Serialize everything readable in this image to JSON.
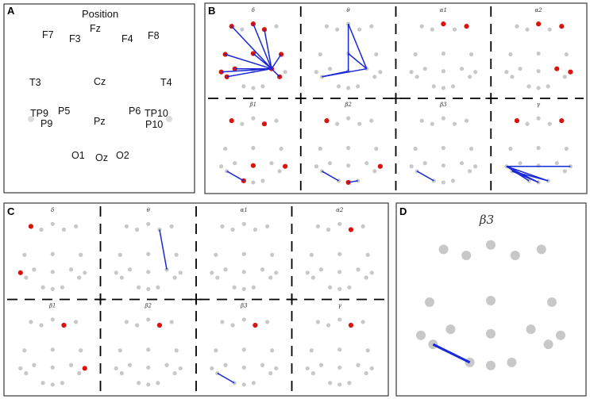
{
  "panel_letters": {
    "a": "A",
    "b": "B",
    "c": "C",
    "d": "D"
  },
  "panel_a": {
    "title": "Position",
    "electrodes": [
      "Fz",
      "F7",
      "F3",
      "F4",
      "F8",
      "T3",
      "Cz",
      "T4",
      "TP9",
      "P5",
      "Pz",
      "P6",
      "TP10",
      "P9",
      "P10",
      "O1",
      "Oz",
      "O2"
    ]
  },
  "bands": [
    "δ",
    "θ",
    "α1",
    "α2",
    "β1",
    "β2",
    "β3",
    "γ"
  ],
  "panel_b": {
    "cells": [
      {
        "band": "δ",
        "red": [
          0,
          1,
          3,
          5,
          6,
          7,
          8,
          9,
          11,
          13,
          14
        ],
        "links": [
          [
            0,
            11
          ],
          [
            1,
            11
          ],
          [
            3,
            11
          ],
          [
            5,
            11
          ],
          [
            6,
            11
          ],
          [
            7,
            11
          ],
          [
            8,
            11
          ],
          [
            9,
            11
          ],
          [
            13,
            11
          ],
          [
            14,
            11
          ]
        ]
      },
      {
        "band": "θ",
        "red": [],
        "links": [
          [
            0,
            11
          ],
          [
            0,
            10
          ],
          [
            6,
            11
          ],
          [
            13,
            11
          ],
          [
            13,
            10
          ]
        ]
      },
      {
        "band": "α1",
        "red": [
          0,
          4
        ],
        "links": []
      },
      {
        "band": "α2",
        "red": [
          0,
          4,
          11,
          12
        ],
        "links": []
      },
      {
        "band": "β1",
        "red": [
          1,
          3,
          10,
          12,
          15
        ],
        "links": [
          [
            15,
            13
          ]
        ]
      },
      {
        "band": "β2",
        "red": [
          1,
          12,
          16
        ],
        "links": [
          [
            16,
            17
          ],
          [
            15,
            13
          ]
        ]
      },
      {
        "band": "β3",
        "red": [],
        "links": [
          [
            15,
            13
          ]
        ]
      },
      {
        "band": "γ",
        "red": [
          1,
          4
        ],
        "links": [
          [
            8,
            12
          ],
          [
            8,
            15
          ],
          [
            8,
            16
          ],
          [
            8,
            17
          ],
          [
            13,
            16
          ],
          [
            13,
            17
          ]
        ]
      }
    ]
  },
  "panel_c": {
    "cells": [
      {
        "band": "δ",
        "red": [
          1,
          8
        ],
        "links": []
      },
      {
        "band": "θ",
        "red": [],
        "links": [
          [
            3,
            11
          ]
        ]
      },
      {
        "band": "α1",
        "red": [],
        "links": []
      },
      {
        "band": "α2",
        "red": [
          3
        ],
        "links": []
      },
      {
        "band": "β1",
        "red": [
          3,
          12
        ],
        "links": []
      },
      {
        "band": "β2",
        "red": [
          3
        ],
        "links": []
      },
      {
        "band": "β3",
        "red": [
          3
        ],
        "links": [
          [
            15,
            13
          ]
        ]
      },
      {
        "band": "γ",
        "red": [
          3
        ],
        "links": []
      }
    ]
  },
  "panel_d": {
    "band": "β3",
    "links": [
      [
        15,
        13
      ]
    ]
  },
  "colors": {
    "node": "#c8c8c8",
    "active_node": "#d9140d",
    "link": "#1a28d8",
    "frame": "#3a3a3a"
  }
}
